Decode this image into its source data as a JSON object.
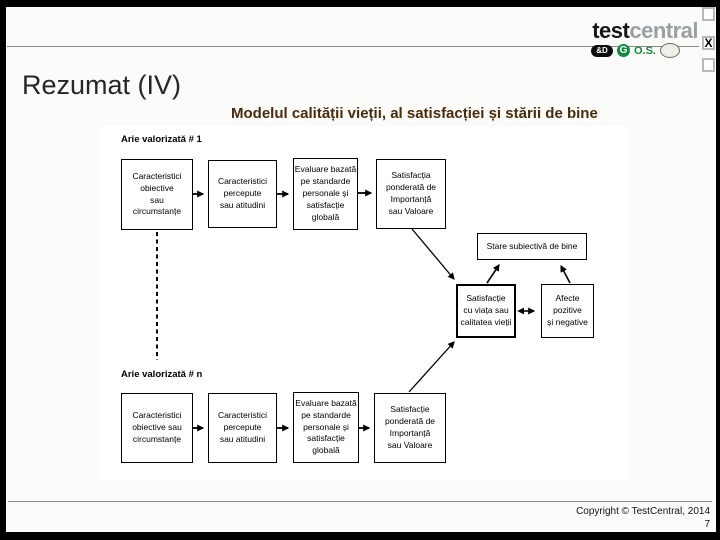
{
  "slide": {
    "title": "Rezumat (IV)",
    "subtitle": "Modelul calității vieții, al satisfacției și stării de bine",
    "footer": {
      "copyright": "Copyright © TestCentral, 2014",
      "page_number": "7"
    }
  },
  "brand": {
    "logo_test": "test",
    "logo_central": "central",
    "partner_dd": "&D",
    "partner_g": "G",
    "partner_os": "O.S.",
    "close_label": "X"
  },
  "colors": {
    "subtitle_accent": "#4a2b0c",
    "brand_gray": "#9aa0a4",
    "partner_green": "#128a3e",
    "frame_black": "#000000"
  },
  "diagram": {
    "area1_label": "Arie valorizată # 1",
    "arean_label": "Arie valorizată # n",
    "row1": [
      "Caracteristici\nobiective\nsau\ncircumstanțe",
      "Caracteristici\npercepute\nsau atitudini",
      "Evaluare bazată\npe standarde\npersonale și\nsatisfacție\nglobală",
      "Satisfacția\nponderată de\nImportanță\nsau Valoare"
    ],
    "rown": [
      "Caracteristici\nobiective sau\ncircumstanțe",
      "Caracteristici\npercepute\nsau atitudini",
      "Evaluare bazată\npe standarde\npersonale și\nsatisfacție\nglobală",
      "Satisfacție\nponderată de\nImportanță\nsau Valoare"
    ],
    "stare": "Stare subiectivă de bine",
    "satisfactie": "Satisfacție\ncu viața sau\ncalitatea vieții",
    "afecte": "Afecte\npozitive\nși negative"
  }
}
